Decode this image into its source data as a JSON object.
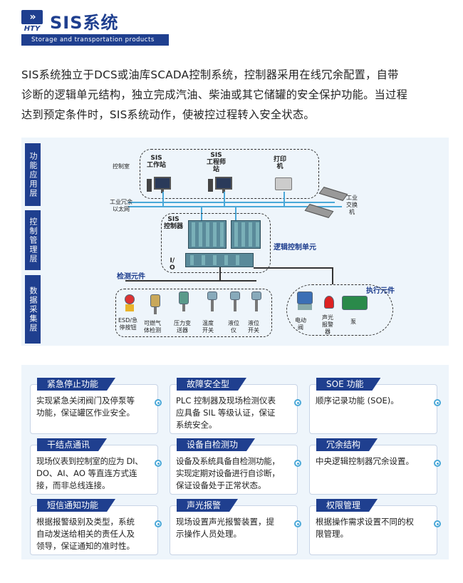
{
  "header": {
    "logo_mark": "»",
    "logo_text": "HTY",
    "title": "SIS系统",
    "subtitle": "Storage and transportation products"
  },
  "intro": {
    "line1": "SIS系统独立于DCS或油库SCADA控制系统，控制器采用在线冗余配置，自带",
    "line2": "诊断的逻辑单元结构，独立完成汽油、柴油或其它储罐的安全保护功能。当过程",
    "line3": "达到预定条件时，SIS系统动作，使被控过程转入安全状态。"
  },
  "diagram": {
    "layers": [
      "功能应用层",
      "控制管理层",
      "数据采集层"
    ],
    "control_room": "控制室",
    "sis_workstation": [
      "SIS",
      "工作站"
    ],
    "sis_engineer": [
      "SIS",
      "工程师",
      "站"
    ],
    "printer": [
      "打印",
      "机"
    ],
    "network": [
      "工业冗余",
      "以太网"
    ],
    "switch": [
      "工业",
      "交换",
      "机"
    ],
    "sis_controller": [
      "SIS",
      "控制器"
    ],
    "logic_unit": "逻辑控制单元",
    "io": [
      "I/",
      "O"
    ],
    "detection_title": "检测元件",
    "execution_title": "执行元件",
    "detection_items": [
      [
        "ESD/急",
        "停按钮"
      ],
      [
        "可燃气",
        "体检测"
      ],
      [
        "压力变",
        "送器"
      ],
      [
        "温度",
        "开关"
      ],
      [
        "液位",
        "仪"
      ],
      [
        "液位",
        "开关"
      ]
    ],
    "execution_items": [
      [
        "电动",
        "阀"
      ],
      [
        "声光",
        "报警",
        "器"
      ],
      [
        "泵"
      ]
    ]
  },
  "features": [
    {
      "title": "紧急停止功能",
      "lines": [
        "实现紧急关闭阀门及停泵等",
        "功能，保证罐区作业安全。"
      ]
    },
    {
      "title": "故障安全型",
      "lines": [
        "PLC 控制器及现场检测仪表",
        "应具备 SIL 等级认证，保证",
        "系统安全。"
      ]
    },
    {
      "title": "SOE 功能",
      "lines": [
        "顺序记录功能 (SOE)。"
      ]
    },
    {
      "title": "干结点通讯",
      "lines": [
        "现场仪表到控制室的应为 DI、",
        "DO、AI、AO 等直连方式连",
        "接，而非总线连接。"
      ]
    },
    {
      "title": "设备自检测功",
      "lines": [
        "设备及系统具备自检测功能，",
        "实现定期对设备进行自诊断，",
        "保证设备处于正常状态。"
      ]
    },
    {
      "title": "冗余结构",
      "lines": [
        "中央逻辑控制器冗余设置。"
      ]
    },
    {
      "title": "短信通知功能",
      "lines": [
        "根据报警级别及类型，系统",
        "自动发送给相关的责任人及",
        "领导，保证通知的准时性。"
      ]
    },
    {
      "title": "声光报警",
      "lines": [
        "现场设置声光报警装置，提",
        "示操作人员处理。"
      ]
    },
    {
      "title": "权限管理",
      "lines": [
        "根据操作需求设置不同的权",
        "限管理。"
      ]
    }
  ]
}
